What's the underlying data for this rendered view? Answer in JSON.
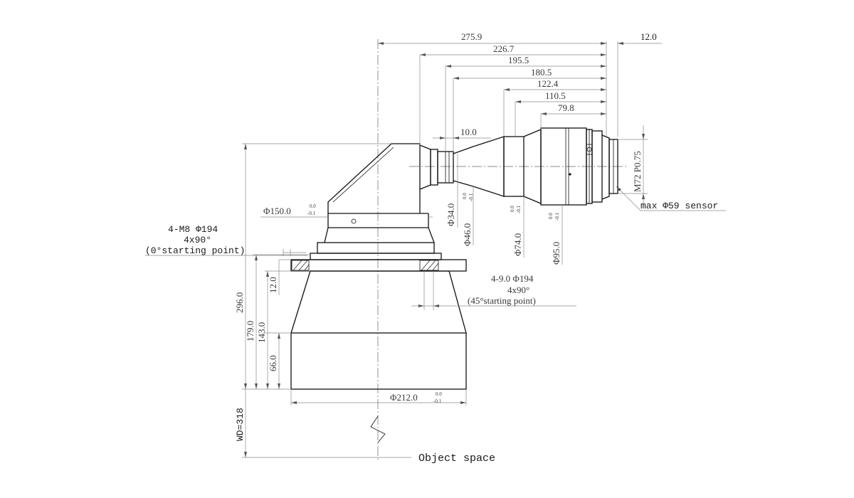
{
  "drawing": {
    "lengths": {
      "d275_9": "275.9",
      "d226_7": "226.7",
      "d195_5": "195.5",
      "d180_5": "180.5",
      "d122_4": "122.4",
      "d110_5": "110.5",
      "d79_8": "79.8",
      "d12_0_top": "12.0",
      "d10_0": "10.0"
    },
    "diameters": {
      "phi150": "Φ150.0",
      "phi34": "Φ34.0",
      "phi46": "Φ46.0",
      "phi74": "Φ74.0",
      "phi95": "Φ95.0",
      "phi212": "Φ212.0"
    },
    "tolerances": {
      "upper": "0.0",
      "lower": "-0.1"
    },
    "heights": {
      "h296": "296.0",
      "h179": "179.0",
      "h143": "143.0",
      "h66": "66.0",
      "h12": "12.0",
      "wd": "WD=318"
    },
    "notes": {
      "m8_line1": "4-M8  Φ194",
      "m8_line2": "4x90°",
      "m8_line3": "(0°starting point)",
      "hole_line1": "4-9.0  Φ194",
      "hole_line2": "4x90°",
      "hole_line3": "(45°starting point)",
      "thread": "M72 P0.75",
      "sensor": "max  Φ59 sensor",
      "object_space": "Object space"
    }
  }
}
